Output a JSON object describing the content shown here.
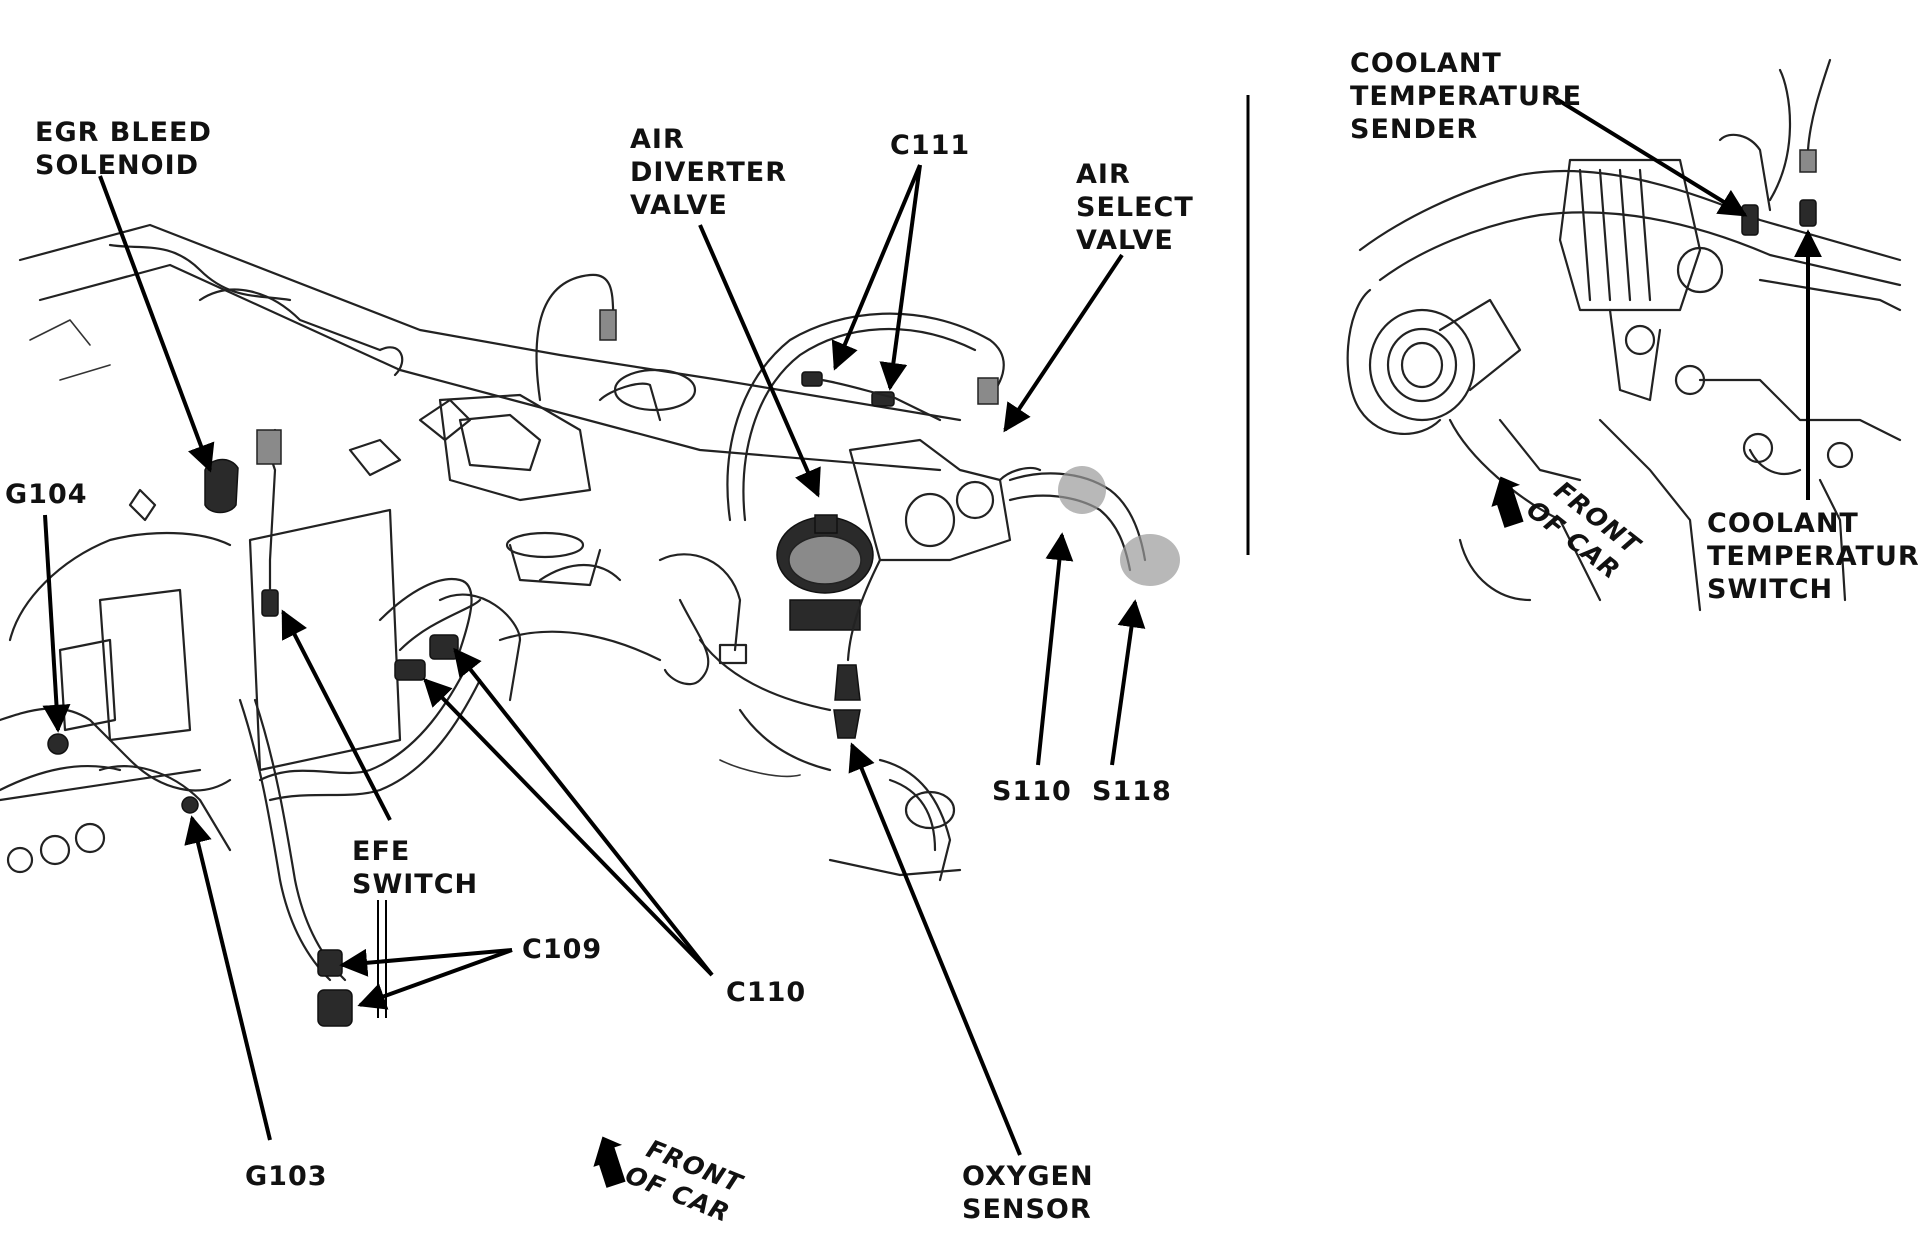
{
  "labels": {
    "egr_bleed_solenoid": [
      "EGR BLEED",
      "SOLENOID"
    ],
    "air_diverter_valve": [
      "AIR",
      "DIVERTER",
      "VALVE"
    ],
    "c111": "C111",
    "air_select_valve": [
      "AIR",
      "SELECT",
      "VALVE"
    ],
    "coolant_temperature_sender": [
      "COOLANT",
      "TEMPERATURE",
      "SENDER"
    ],
    "coolant_temperature_switch": [
      "COOLANT",
      "TEMPERATURE",
      "SWITCH"
    ],
    "g104": "G104",
    "s110": "S110",
    "s118": "S118",
    "efe_switch": [
      "EFE",
      "SWITCH"
    ],
    "c109": "C109",
    "c110": "C110",
    "g103": "G103",
    "oxygen_sensor": [
      "OXYGEN",
      "SENSOR"
    ],
    "front_of_car_main": [
      "FRONT",
      "OF CAR"
    ],
    "front_of_car_inset": [
      "FRONT",
      "OF CAR"
    ]
  }
}
